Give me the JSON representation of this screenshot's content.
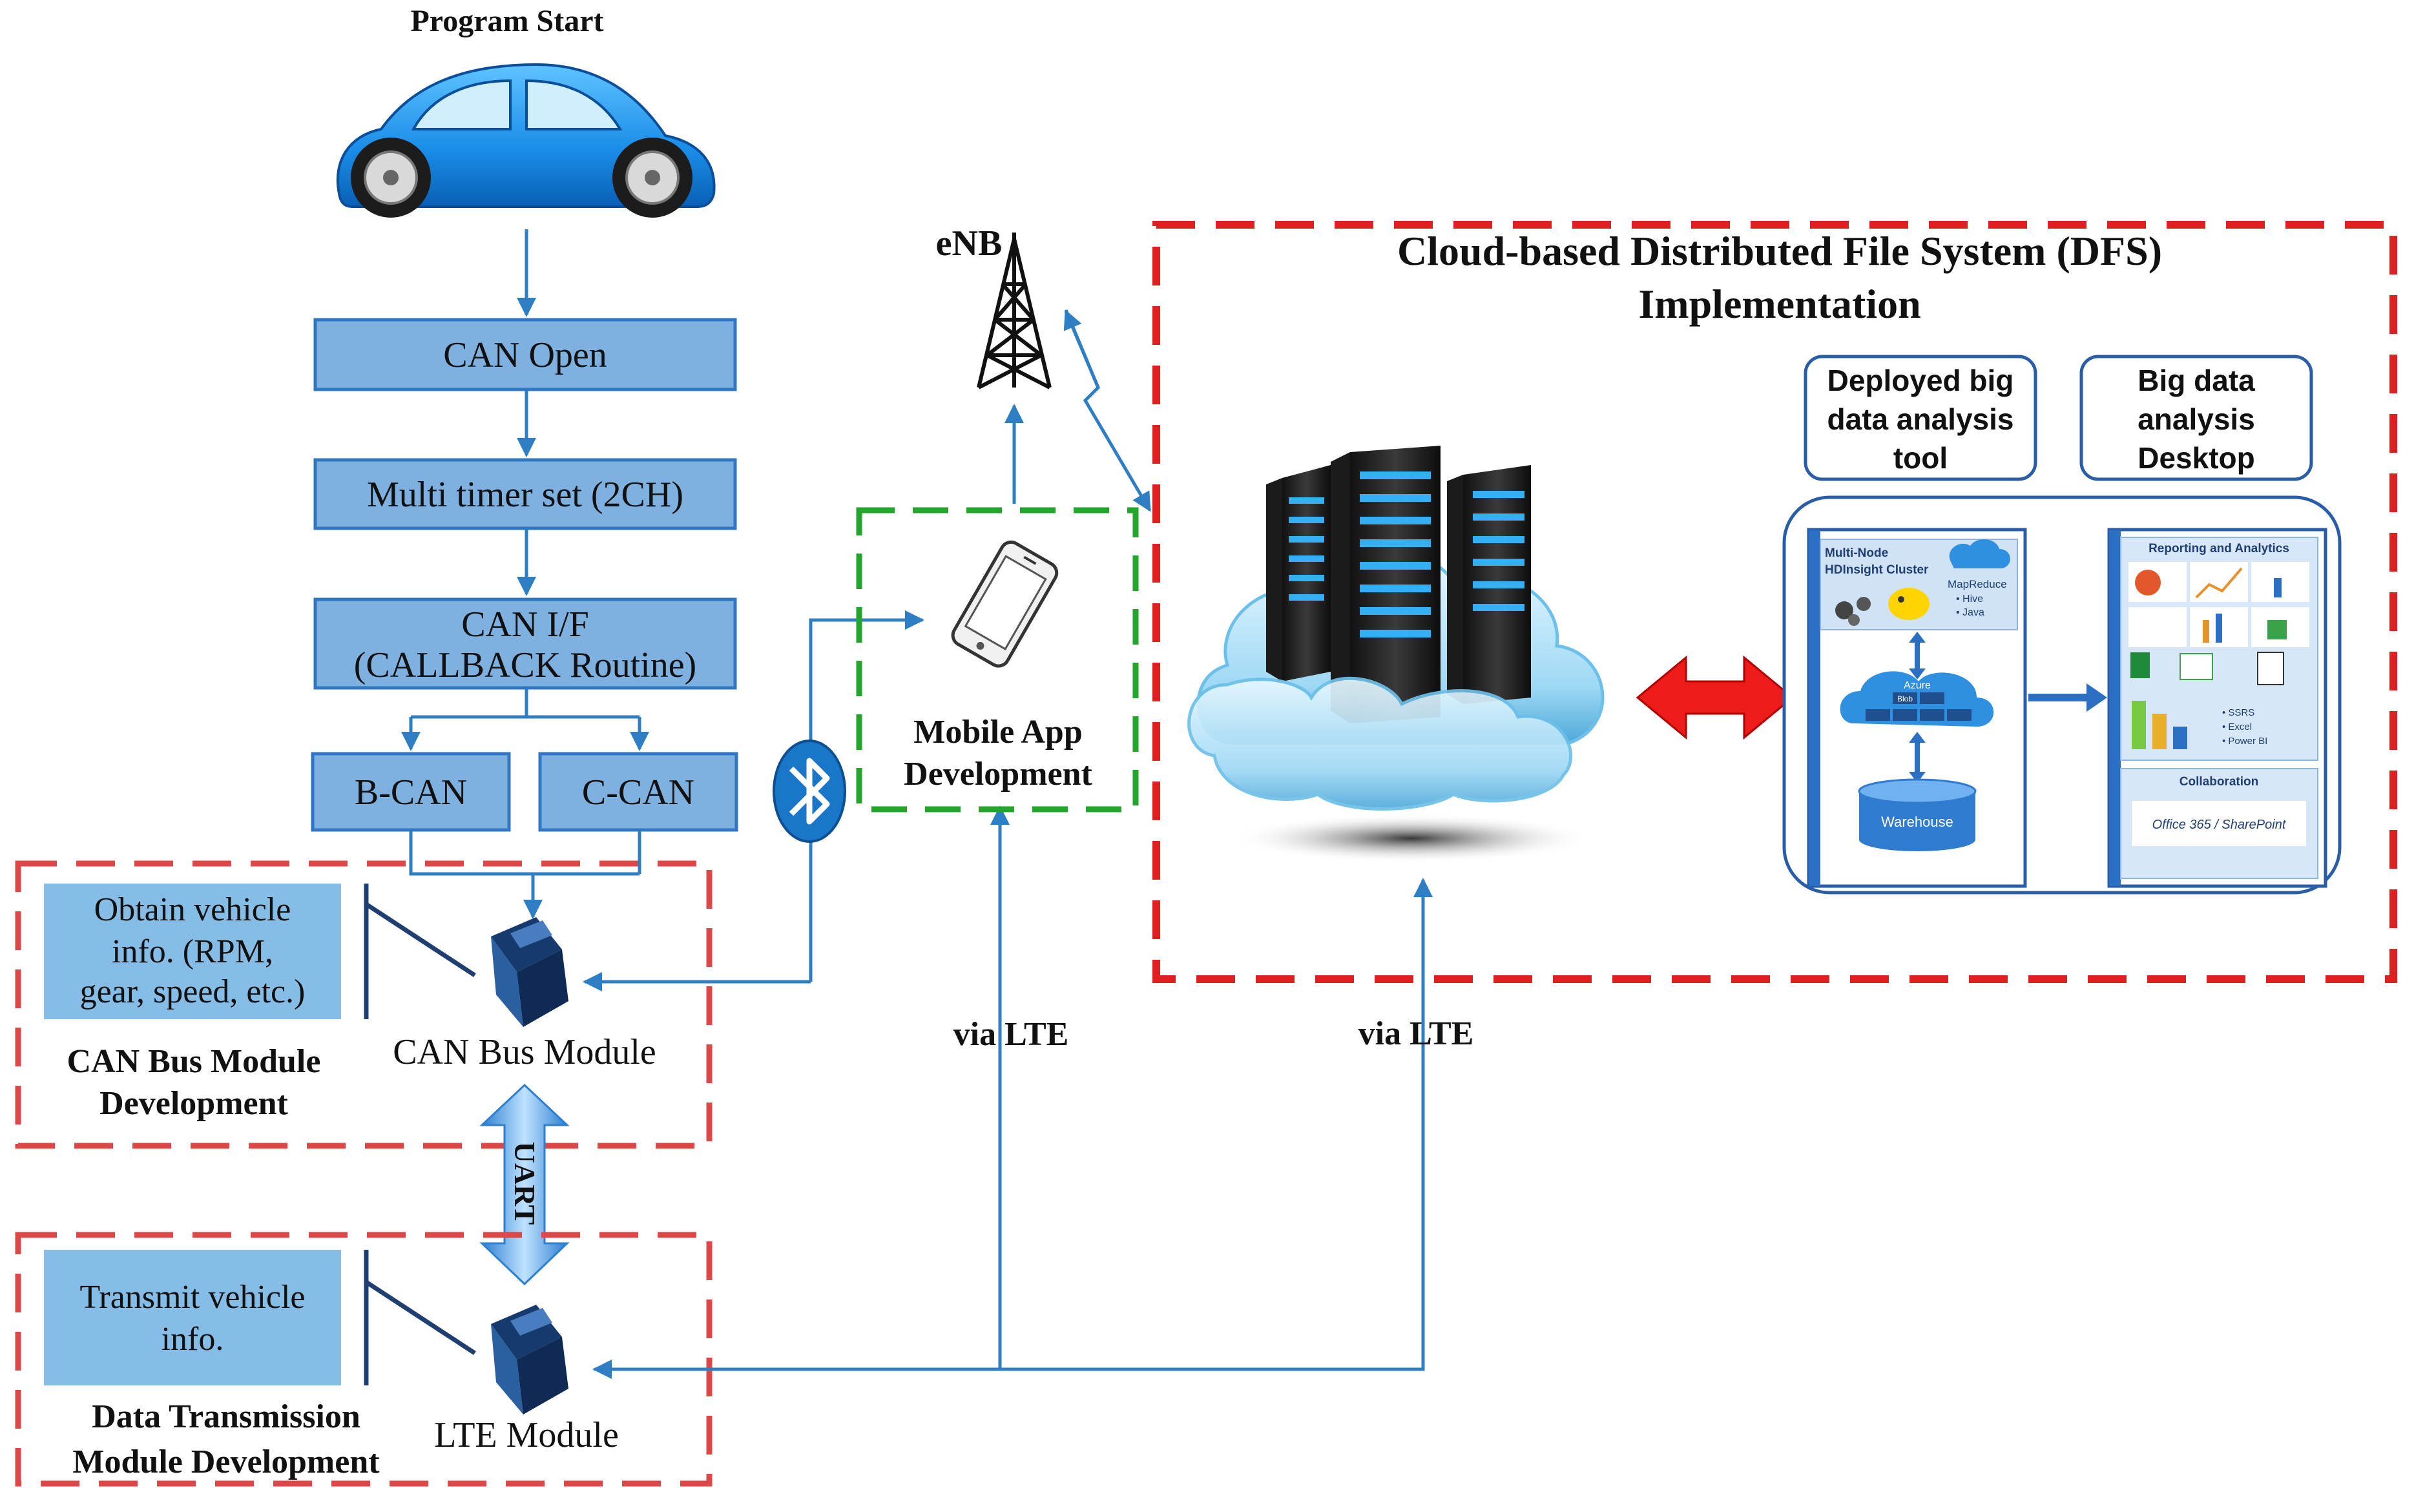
{
  "program_start": "Program Start",
  "flow": {
    "can_open": "CAN Open",
    "multi_timer": "Multi timer set (2CH)",
    "can_if_line1": "CAN I/F",
    "can_if_line2": "(CALLBACK Routine)",
    "b_can": "B-CAN",
    "c_can": "C-CAN"
  },
  "can_bus_group": {
    "info_line1": "Obtain vehicle",
    "info_line2": "info. (RPM,",
    "info_line3": "gear, speed, etc.)",
    "module_label": "CAN Bus Module",
    "title_line1": "CAN Bus Module",
    "title_line2": "Development"
  },
  "uart_label": "UART",
  "data_tx_group": {
    "info_line1": "Transmit vehicle",
    "info_line2": "info.",
    "module_label": "LTE Module",
    "title_line1": "Data  Transmission",
    "title_line2": "Module  Development"
  },
  "enb_label": "eNB",
  "mobile_app": {
    "line1": "Mobile App",
    "line2": "Development"
  },
  "via_lte_left": "via LTE",
  "via_lte_right": "via LTE",
  "dfs": {
    "title_line1": "Cloud-based Distributed File System (DFS)",
    "title_line2": "Implementation",
    "tool_line1": "Deployed big",
    "tool_line2": "data analysis",
    "tool_line3": "tool",
    "desktop_line1": "Big data",
    "desktop_line2": "analysis",
    "desktop_line3": "Desktop"
  },
  "hdinsight": {
    "title_line1": "Multi-Node",
    "title_line2": "HDInsight Cluster",
    "mapreduce": "MapReduce",
    "hive": "• Hive",
    "java": "• Java",
    "azure": "Azure",
    "blob": "Blob",
    "warehouse": "Warehouse"
  },
  "reporting": {
    "title": "Reporting and Analytics",
    "ssrs": "• SSRS",
    "excel": "• Excel",
    "powerbi": "• Power BI",
    "collaboration": "Collaboration",
    "office": "Office 365 / SharePoint"
  },
  "colors": {
    "flow_box": "#7eb0e0",
    "flow_border": "#2f77c2",
    "arrow": "#2e7ec4",
    "red_dash": "#e02020",
    "green_dash": "#22a52a",
    "dark_blue": "#1f3f73"
  }
}
